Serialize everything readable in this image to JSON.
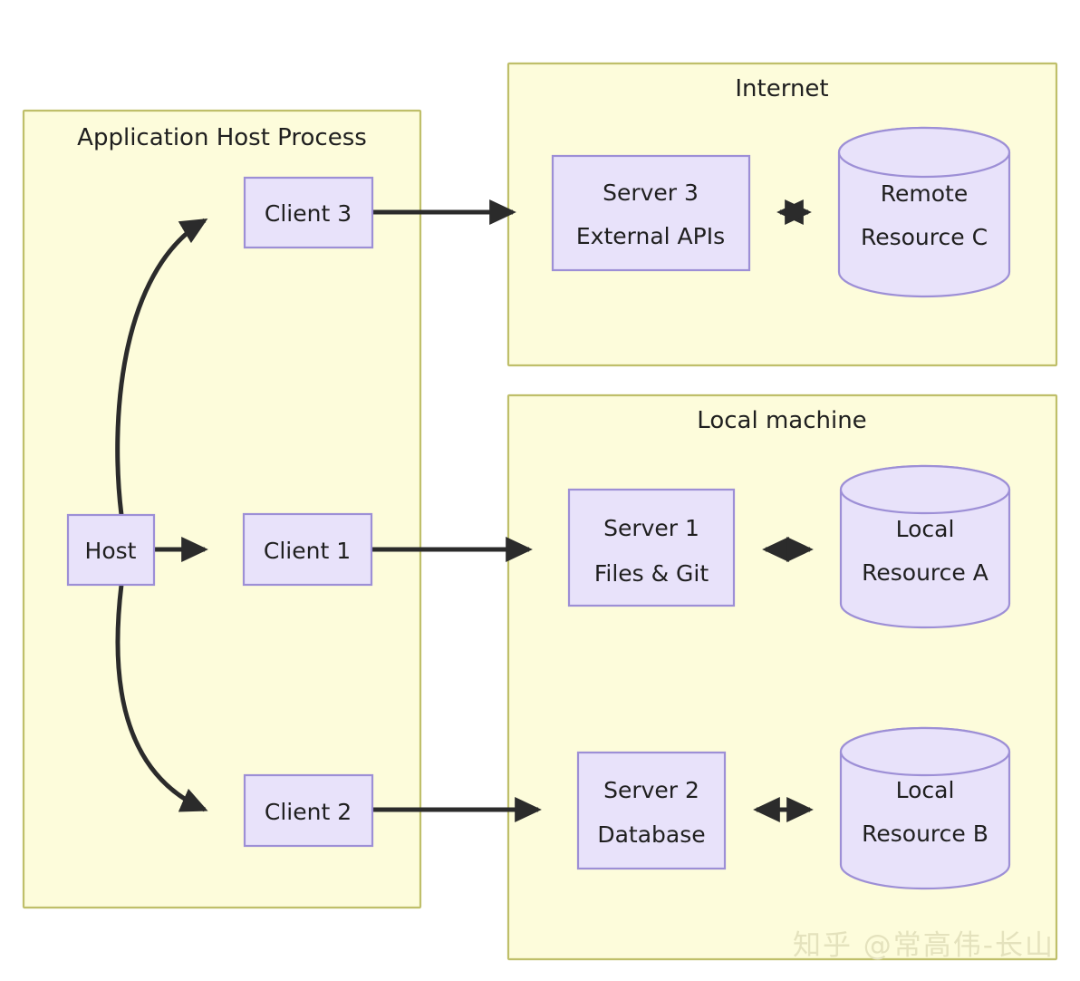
{
  "diagram": {
    "type": "architecture-flowchart",
    "clusters": [
      {
        "id": "host-process",
        "label": "Application Host Process"
      },
      {
        "id": "internet",
        "label": "Internet"
      },
      {
        "id": "local-machine",
        "label": "Local machine"
      }
    ],
    "nodes": [
      {
        "id": "host",
        "shape": "rect",
        "line1": "Host",
        "line2": ""
      },
      {
        "id": "client1",
        "shape": "rect",
        "line1": "Client 1",
        "line2": ""
      },
      {
        "id": "client2",
        "shape": "rect",
        "line1": "Client 2",
        "line2": ""
      },
      {
        "id": "client3",
        "shape": "rect",
        "line1": "Client 3",
        "line2": ""
      },
      {
        "id": "server1",
        "shape": "rect",
        "line1": "Server 1",
        "line2": "Files & Git"
      },
      {
        "id": "server2",
        "shape": "rect",
        "line1": "Server 2",
        "line2": "Database"
      },
      {
        "id": "server3",
        "shape": "rect",
        "line1": "Server 3",
        "line2": "External APIs"
      },
      {
        "id": "resourceA",
        "shape": "cylinder",
        "line1": "Local",
        "line2": "Resource A"
      },
      {
        "id": "resourceB",
        "shape": "cylinder",
        "line1": "Local",
        "line2": "Resource B"
      },
      {
        "id": "resourceC",
        "shape": "cylinder",
        "line1": "Remote",
        "line2": "Resource C"
      }
    ],
    "edges": [
      {
        "from": "host",
        "to": "client3",
        "style": "curved",
        "arrow": "single"
      },
      {
        "from": "host",
        "to": "client1",
        "style": "straight",
        "arrow": "single"
      },
      {
        "from": "host",
        "to": "client2",
        "style": "curved",
        "arrow": "single"
      },
      {
        "from": "client3",
        "to": "server3",
        "style": "straight",
        "arrow": "single"
      },
      {
        "from": "client1",
        "to": "server1",
        "style": "straight",
        "arrow": "single"
      },
      {
        "from": "client2",
        "to": "server2",
        "style": "straight",
        "arrow": "single"
      },
      {
        "from": "server3",
        "to": "resourceC",
        "style": "straight",
        "arrow": "double"
      },
      {
        "from": "server1",
        "to": "resourceA",
        "style": "straight",
        "arrow": "double"
      },
      {
        "from": "server2",
        "to": "resourceB",
        "style": "straight",
        "arrow": "double"
      }
    ],
    "colors": {
      "cluster_fill": "#fdfcdb",
      "cluster_stroke": "#bfbf6a",
      "node_fill": "#e8e2fa",
      "node_stroke": "#9d8fd6",
      "edge_stroke": "#2b2b2b",
      "text": "#1f1f1f",
      "background": "#ffffff",
      "watermark": "#e4e2bd"
    }
  },
  "watermark": {
    "text": "知乎 @常高伟-长山"
  }
}
